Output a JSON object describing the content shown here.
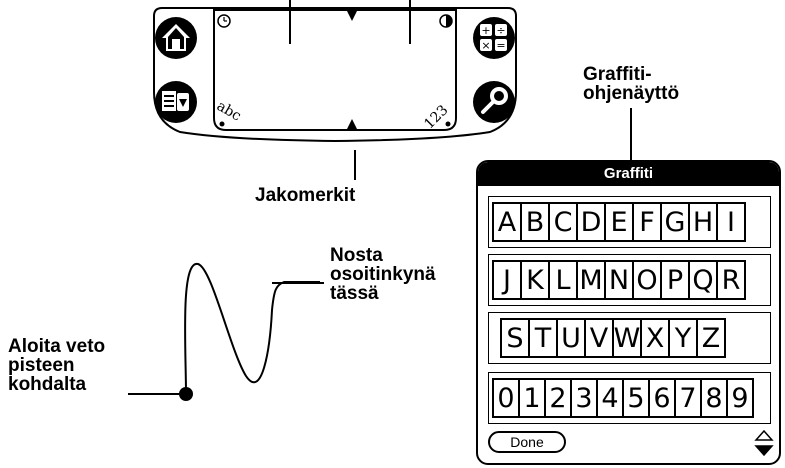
{
  "labels": {
    "dividers": "Jakomerkit",
    "lift_pen": "Nosta\nosoitinkynä\ntässä",
    "start_stroke": "Aloita veto\npisteen\nkohdalta",
    "help_screen": "Graffiti-\nohjenäyttö"
  },
  "device": {
    "abc_text": "abc",
    "num_text": "123"
  },
  "help": {
    "title": "Graffiti",
    "done_label": "Done",
    "rows": [
      [
        "A",
        "B",
        "C",
        "D",
        "E",
        "F",
        "G",
        "H",
        "I"
      ],
      [
        "J",
        "K",
        "L",
        "M",
        "N",
        "O",
        "P",
        "Q",
        "R"
      ],
      [
        "S",
        "T",
        "U",
        "V",
        "W",
        "X",
        "Y",
        "Z"
      ],
      [
        "0",
        "1",
        "2",
        "3",
        "4",
        "5",
        "6",
        "7",
        "8",
        "9"
      ]
    ]
  },
  "icons": [
    "home-icon",
    "clock-icon",
    "contrast-icon",
    "calculator-icon",
    "menu-icon",
    "find-icon",
    "scroll-arrows-icon"
  ]
}
